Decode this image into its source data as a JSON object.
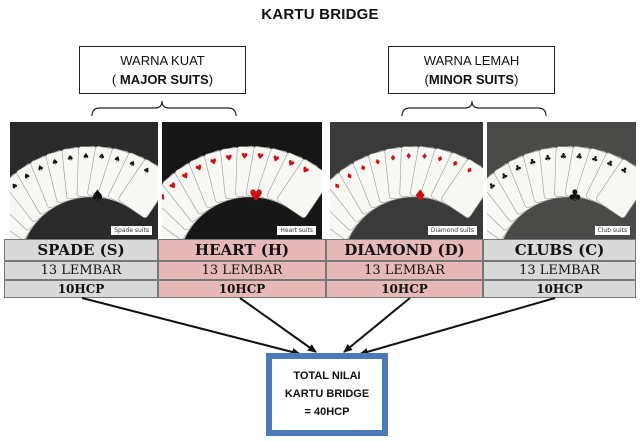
{
  "title": "KARTU BRIDGE",
  "groups": [
    {
      "line1": "WARNA KUAT",
      "line2_open": "( ",
      "line2_bold": "MAJOR SUITS",
      "line2_close": ")"
    },
    {
      "line1": "WARNA LEMAH",
      "line2_open": "(",
      "line2_bold": "MINOR SUITS",
      "line2_close": ")"
    }
  ],
  "suits": [
    {
      "photo_caption": "Spade suits",
      "name": "SPADE (S)",
      "count": "13 LEMBAR",
      "hcp": "10HCP",
      "pip": "♠",
      "pip_color": "#111111"
    },
    {
      "photo_caption": "Heart suits",
      "name": "HEART (H)",
      "count": "13 LEMBAR",
      "hcp": "10HCP",
      "pip": "♥",
      "pip_color": "#cc1111"
    },
    {
      "photo_caption": "Diamond suits",
      "name": "DIAMOND (D)",
      "count": "13 LEMBAR",
      "hcp": "10HCP",
      "pip": "♦",
      "pip_color": "#cc1111"
    },
    {
      "photo_caption": "Club suits",
      "name": "CLUBS (C)",
      "count": "13 LEMBAR",
      "hcp": "10HCP",
      "pip": "♣",
      "pip_color": "#111111"
    }
  ],
  "total": {
    "line1": "TOTAL NILAI",
    "line2": "KARTU BRIDGE",
    "line3": "= 40HCP"
  },
  "colors": {
    "major_row": "#d9d9d9",
    "red_suit_row": "#e6b8b8",
    "total_border": "#4a7bb8"
  }
}
